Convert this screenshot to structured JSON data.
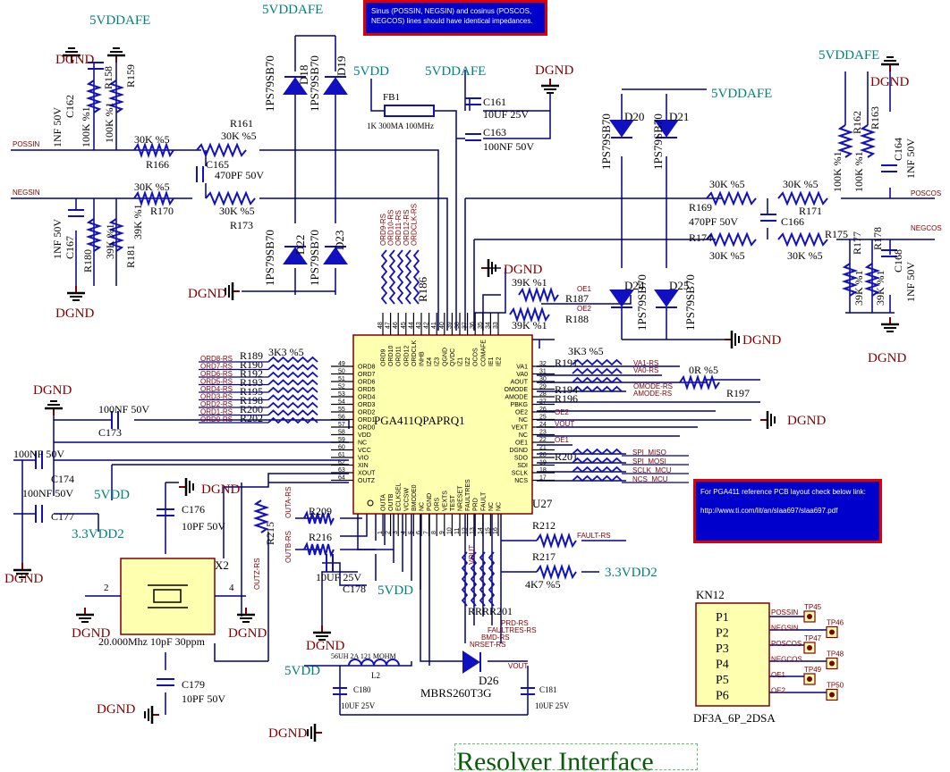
{
  "notes": {
    "impedance": "Sinus (POSSIN, NEGSIN) and cosinus (POSCOS, NEGCOS) lines should have identical impedances.",
    "reference_line1": "For PGA411 reference PCB layout check below link:",
    "reference_url": "http://www.ti.com/lit/an/slaa697/slaa697.pdf"
  },
  "title_block": {
    "title": "Resolver Interface"
  },
  "power": {
    "v5_afe": "5VDDAFE",
    "v5": "5VDD",
    "v33_2": "3.3VDD2",
    "gnd": "DGND"
  },
  "ic": {
    "refdes": "U27",
    "part": "PGA411QPAPRQ1",
    "left_pins": [
      {
        "n": "49",
        "name": "ORD8"
      },
      {
        "n": "50",
        "name": "ORD7"
      },
      {
        "n": "51",
        "name": "ORD6"
      },
      {
        "n": "52",
        "name": "ORD5"
      },
      {
        "n": "53",
        "name": "ORD4"
      },
      {
        "n": "54",
        "name": "ORD3"
      },
      {
        "n": "55",
        "name": "ORD2"
      },
      {
        "n": "56",
        "name": "ORD1"
      },
      {
        "n": "57",
        "name": "ORD0"
      },
      {
        "n": "58",
        "name": "VDD"
      },
      {
        "n": "59",
        "name": "NC"
      },
      {
        "n": "60",
        "name": "VCC"
      },
      {
        "n": "61",
        "name": "VIO"
      },
      {
        "n": "62",
        "name": "XIN"
      },
      {
        "n": "63",
        "name": "XOUT"
      },
      {
        "n": "64",
        "name": "OUTZ"
      }
    ],
    "right_pins": [
      {
        "n": "32",
        "name": "VA1"
      },
      {
        "n": "31",
        "name": "VA0"
      },
      {
        "n": "30",
        "name": "AOUT"
      },
      {
        "n": "29",
        "name": "OMODE"
      },
      {
        "n": "28",
        "name": "AMODE"
      },
      {
        "n": "27",
        "name": "PBKG"
      },
      {
        "n": "26",
        "name": "OE2"
      },
      {
        "n": "25",
        "name": "NC"
      },
      {
        "n": "24",
        "name": "VEXT"
      },
      {
        "n": "23",
        "name": "NC"
      },
      {
        "n": "22",
        "name": "OE1"
      },
      {
        "n": "21",
        "name": "DGND"
      },
      {
        "n": "20",
        "name": "SDO"
      },
      {
        "n": "19",
        "name": "SDI"
      },
      {
        "n": "18",
        "name": "SCLK"
      },
      {
        "n": "17",
        "name": "NCS"
      }
    ],
    "top_pins": [
      {
        "n": "48",
        "name": "ORD9"
      },
      {
        "n": "47",
        "name": "ORD10"
      },
      {
        "n": "46",
        "name": "ORD11"
      },
      {
        "n": "45",
        "name": "ORD12"
      },
      {
        "n": "44",
        "name": "ORDCLK"
      },
      {
        "n": "43",
        "name": "INHB"
      },
      {
        "n": "42",
        "name": "IZ4"
      },
      {
        "n": "41",
        "name": "IZ3"
      },
      {
        "n": "40",
        "name": "QGND"
      },
      {
        "n": "39",
        "name": "QVDC"
      },
      {
        "n": "38",
        "name": "IZ1"
      },
      {
        "n": "37",
        "name": "IZ2"
      },
      {
        "n": "36",
        "name": "OCOS"
      },
      {
        "n": "35",
        "name": "COMAFE"
      },
      {
        "n": "34",
        "name": "IE1"
      },
      {
        "n": "33",
        "name": "IE2"
      }
    ],
    "bottom_pins": [
      {
        "n": "1",
        "name": "OUTA"
      },
      {
        "n": "2",
        "name": "OUTB"
      },
      {
        "n": "3",
        "name": "ECLKSEL"
      },
      {
        "n": "4",
        "name": "VCCSW"
      },
      {
        "n": "5",
        "name": "BMODE0"
      },
      {
        "n": "6",
        "name": "NC"
      },
      {
        "n": "7",
        "name": "PGND"
      },
      {
        "n": "8",
        "name": "ORS"
      },
      {
        "n": "9",
        "name": "VEXTS"
      },
      {
        "n": "10",
        "name": "TEST"
      },
      {
        "n": "11",
        "name": "NRESET"
      },
      {
        "n": "12",
        "name": "FAULTRES"
      },
      {
        "n": "13",
        "name": "PRD"
      },
      {
        "n": "14",
        "name": "FAULT"
      },
      {
        "n": "15",
        "name": "NC"
      },
      {
        "n": "16",
        "name": "NC"
      }
    ]
  },
  "left_nets": [
    "ORD8-RS",
    "ORD7-RS",
    "ORD6-RS",
    "ORD5-RS",
    "ORD4-RS",
    "ORD3-RS",
    "ORD2-RS",
    "ORD1-RS",
    "ORD0-RS"
  ],
  "top_nets": [
    "ORD9-RS",
    "ORD10-RS",
    "ORD11-RS",
    "ORD12-RS",
    "ORDCLK-RS"
  ],
  "right_nets": [
    "VA1-RS",
    "VA0-RS",
    "OMODE-RS",
    "AMODE-RS"
  ],
  "spi_nets": [
    "SPI_MISO",
    "SPI_MOSI",
    "SCLK_MCU",
    "NCS_MCU"
  ],
  "misc_nets": {
    "oe1": "OE1",
    "oe2": "OE2",
    "vout": "VOUT",
    "fault": "FAULT-RS",
    "prd": "PRD-RS",
    "faultres": "FAULTRES-RS",
    "nrst": "NRSET-RS",
    "bmd": "BMD-RS",
    "outa": "OUTA-RS",
    "outb": "OUTB-RS",
    "outz": "OUTZ-RS",
    "possin": "POSSIN",
    "negsin": "NEGSIN",
    "poscos": "POSCOS",
    "negcos": "NEGCOS"
  },
  "components": {
    "r158": "R158",
    "r159": "R159",
    "r161": "R161",
    "r166": "R166",
    "r170": "R170",
    "r173": "R173",
    "r180": "R180",
    "r181": "R181",
    "r162": "R162",
    "r163": "R163",
    "r169": "R169",
    "r171": "R171",
    "r174": "R174",
    "r175": "R175",
    "r177": "R177",
    "r178": "R178",
    "r186": "R186",
    "r187": "R187",
    "r188": "R188",
    "r189": "R189",
    "r190": "R190",
    "r191": "R191",
    "r192": "R192",
    "r193": "R193",
    "r194": "R194",
    "r195": "R195",
    "r196": "R196",
    "r197": "R197",
    "r198": "R198",
    "r200": "R200",
    "r201": "R201",
    "r202": "R202",
    "r209": "R209",
    "r212": "R212",
    "r215": "R215",
    "r216": "R216",
    "r217": "R217",
    "rn_bot": "RRRR201",
    "c162": "C162",
    "c165": "C165",
    "c167": "C167",
    "c161": "C161",
    "c163": "C163",
    "c164": "C164",
    "c166": "C166",
    "c168": "C168",
    "c173": "C173",
    "c174": "C174",
    "c177": "C177",
    "c176": "C176",
    "c179": "C179",
    "c178": "C178",
    "c180": "C180",
    "c181": "C181",
    "d18": "D18",
    "d19": "D19",
    "d22": "D22",
    "d23": "D23",
    "d20": "D20",
    "d21": "D21",
    "d24": "D24",
    "d25": "D25",
    "d26": "D26",
    "fb1": "FB1",
    "l2": "L2",
    "x2": "X2",
    "kn12": "KN12",
    "diode_part": "1PS79SB70"
  },
  "values": {
    "r30k": "30K %5",
    "r100k": "100K %1",
    "r39k": "39K %1",
    "r3k3": "3K3 %5",
    "r0": "0R %5",
    "r4k7": "4K7 %5",
    "c1nf": "1NF 50V",
    "c470p": "470PF 50V",
    "c10u": "10UF 25V",
    "c10u_small": "10UF 25V",
    "c100n": "100NF 50V",
    "c10p": "10PF 50V",
    "fb": "1K 300MA 100MHz",
    "ind": "56UH 2A 121 MOHM",
    "xtal": "20.000Mhz 10pF 30ppm",
    "d26part": "MBRS260T3G",
    "conn": "DF3A_6P_2DSA"
  },
  "connector": {
    "pins": [
      "P1",
      "P2",
      "P3",
      "P4",
      "P5",
      "P6"
    ],
    "nets": [
      "POSSIN",
      "NEGSIN",
      "POSCOS",
      "NEGCOS",
      "OE1",
      "OE2"
    ],
    "tps": [
      "TP45",
      "TP46",
      "TP47",
      "TP48",
      "TP49",
      "TP50"
    ]
  },
  "xtal_pins": {
    "p2": "2",
    "p4": "4"
  },
  "colors": {
    "wire": "#000080",
    "part": "#1010c0",
    "power": "#00807f",
    "ground": "#800000",
    "net": "#800000",
    "body": "#ffffb0",
    "body_edge": "#800000",
    "note_bg": "#0000cc",
    "note_border": "#e00000"
  }
}
